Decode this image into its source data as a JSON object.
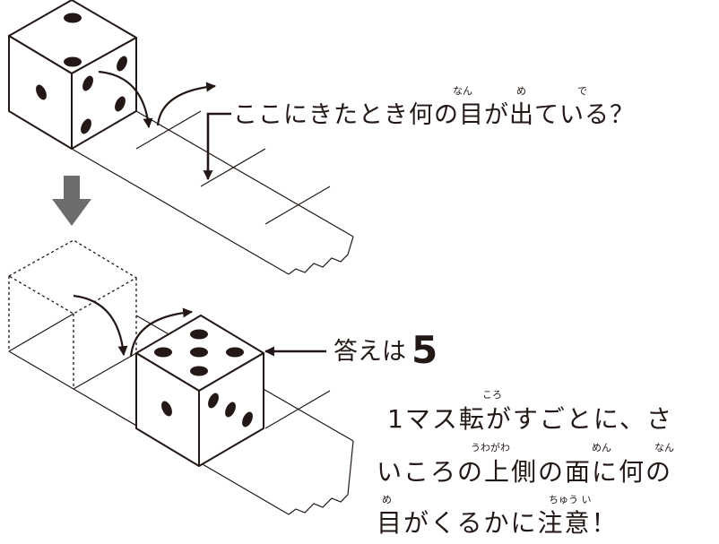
{
  "question": {
    "text": "ここにきたとき何の目が出ている？",
    "furigana": {
      "nan": "なん",
      "me": "め",
      "de": "で"
    }
  },
  "answer": {
    "label": "答えは",
    "value": "5"
  },
  "note": {
    "line1": "1マス転がすごとに、さ",
    "line2": "いころの上側の面に何の",
    "line3": "目がくるかに注意！",
    "furigana": {
      "koro": "ころ",
      "uwagawa": "うわがわ",
      "men": "めん",
      "nan": "なん",
      "me": "め",
      "chuui": "ちゅう い"
    }
  },
  "colors": {
    "ink": "#231815",
    "down_arrow": "#6d6d6d",
    "background": "#ffffff"
  }
}
